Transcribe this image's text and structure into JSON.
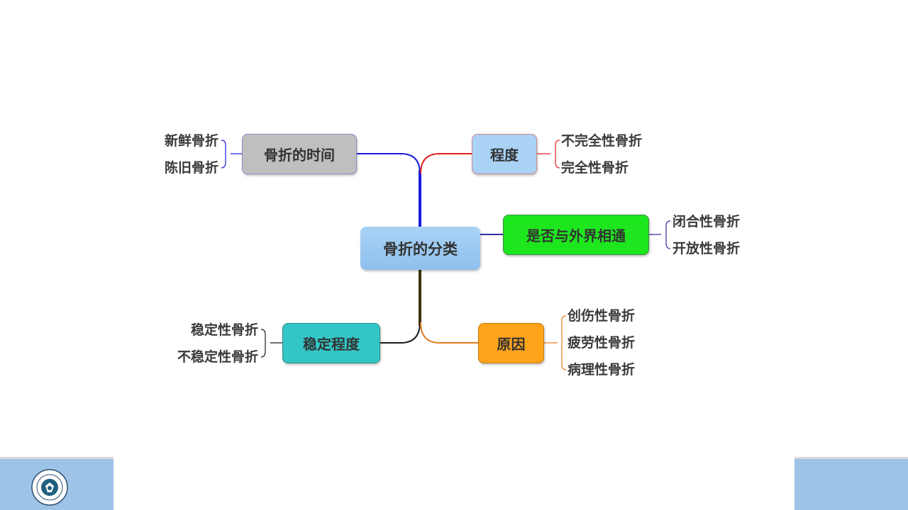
{
  "diagram": {
    "center": {
      "label": "骨折的分类",
      "color": "#a9d2f5"
    },
    "branches": [
      {
        "id": "time",
        "label": "骨折的时间",
        "color": "#bfbfbf",
        "line_color": "#1a1adb",
        "children": [
          "新鲜骨折",
          "陈旧骨折"
        ]
      },
      {
        "id": "degree",
        "label": "程度",
        "color": "#a9d2f5",
        "line_color": "#e02020",
        "children": [
          "不完全性骨折",
          "完全性骨折"
        ]
      },
      {
        "id": "open",
        "label": "是否与外界相通",
        "color": "#1ee61e",
        "line_color": "#3030a0",
        "children": [
          "闭合性骨折",
          "开放性骨折"
        ]
      },
      {
        "id": "stability",
        "label": "稳定程度",
        "color": "#33c6c6",
        "line_color": "#1a1a1a",
        "children": [
          "稳定性骨折",
          "不稳定性骨折"
        ]
      },
      {
        "id": "cause",
        "label": "原因",
        "color": "#ffa31a",
        "line_color": "#e67e22",
        "children": [
          "创伤性骨折",
          "疲劳性骨折",
          "病理性骨折"
        ]
      }
    ]
  },
  "footer": {
    "logo_icon": "university-emblem-icon",
    "bar_color": "#9dc3e6"
  }
}
